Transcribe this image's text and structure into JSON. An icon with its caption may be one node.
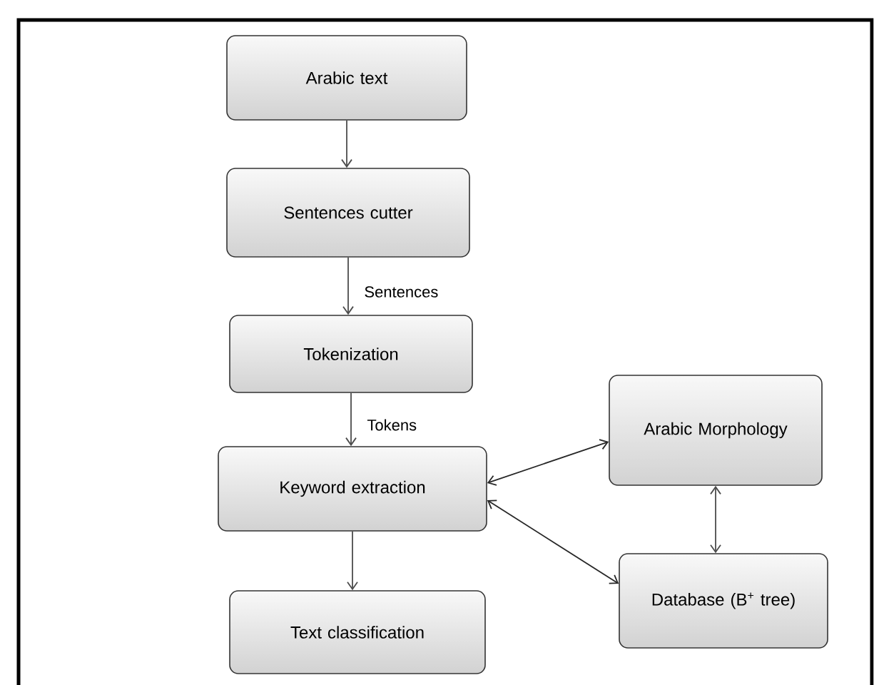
{
  "diagram": {
    "nodes": [
      {
        "text": [
          "Arabic text"
        ]
      },
      {
        "text": [
          "Sentences cutter"
        ]
      },
      {
        "text": [
          "Tokenization"
        ]
      },
      {
        "text": [
          "Keyword extraction"
        ]
      },
      {
        "text": [
          "Text classification"
        ]
      },
      {
        "text": [
          "Arabic Morphology"
        ]
      },
      {
        "text": [
          "Database (B$^{+}$ tree)"
        ]
      }
    ],
    "edges": [
      {
        "from": 0,
        "to": 1,
        "arrow": "to"
      },
      {
        "from": 1,
        "to": 2,
        "arrow": "to",
        "label": "Sentences"
      },
      {
        "from": 2,
        "to": 3,
        "arrow": "to",
        "label": "Tokens"
      },
      {
        "from": 3,
        "to": 4,
        "arrow": "to"
      },
      {
        "from": 3,
        "to": 5,
        "arrow": "both"
      },
      {
        "from": 3,
        "to": 6,
        "arrow": "both"
      },
      {
        "from": 5,
        "to": 6,
        "arrow": "both"
      }
    ]
  }
}
